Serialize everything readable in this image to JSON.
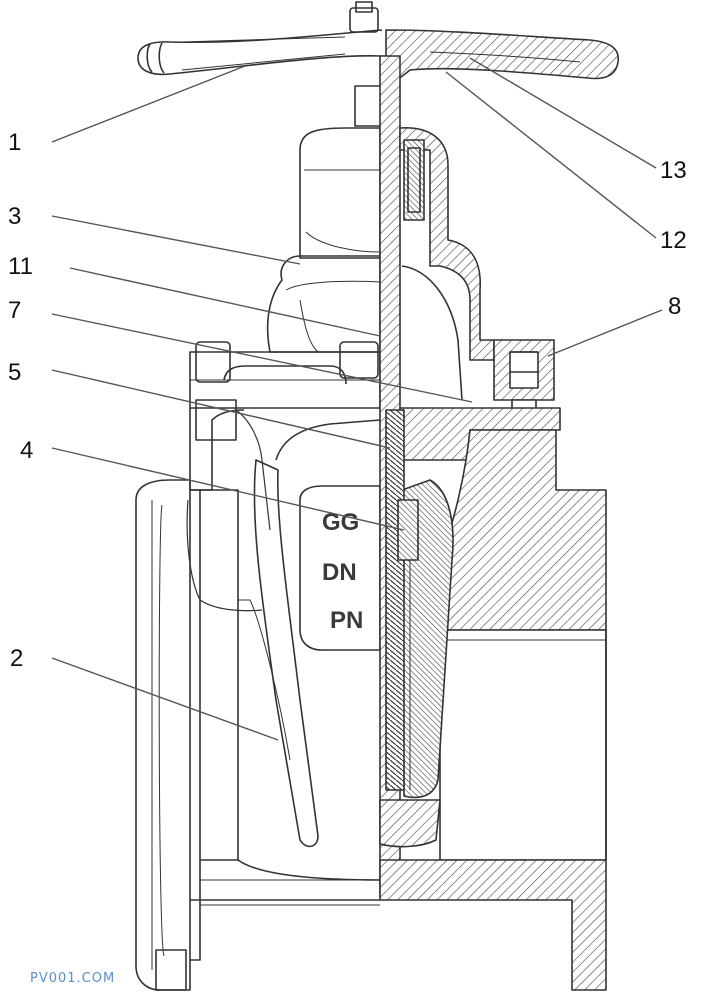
{
  "casting_text": [
    "GG",
    "DN",
    "PN"
  ],
  "watermark": "PV001.COM",
  "colors": {
    "line": "#333333",
    "hatch": "#555555",
    "label": "#111111",
    "watermark": "#5b8fd0"
  },
  "callouts": [
    {
      "id": "1",
      "text": "1"
    },
    {
      "id": "2",
      "text": "2"
    },
    {
      "id": "3",
      "text": "3"
    },
    {
      "id": "4",
      "text": "4"
    },
    {
      "id": "5",
      "text": "5"
    },
    {
      "id": "7",
      "text": "7"
    },
    {
      "id": "8",
      "text": "8"
    },
    {
      "id": "11",
      "text": "11"
    },
    {
      "id": "12",
      "text": "12"
    },
    {
      "id": "13",
      "text": "13"
    }
  ]
}
